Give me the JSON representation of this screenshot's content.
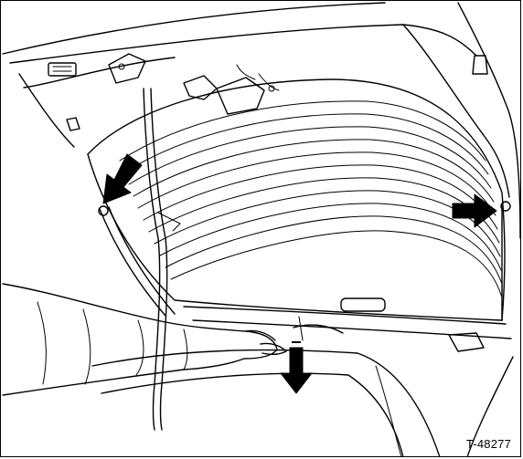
{
  "figure": {
    "reference_code": "T-48277",
    "arrows": [
      {
        "name": "upper-left-arrow",
        "direction": "down-left"
      },
      {
        "name": "right-arrow",
        "direction": "right"
      },
      {
        "name": "bottom-arrow",
        "direction": "down"
      }
    ]
  }
}
